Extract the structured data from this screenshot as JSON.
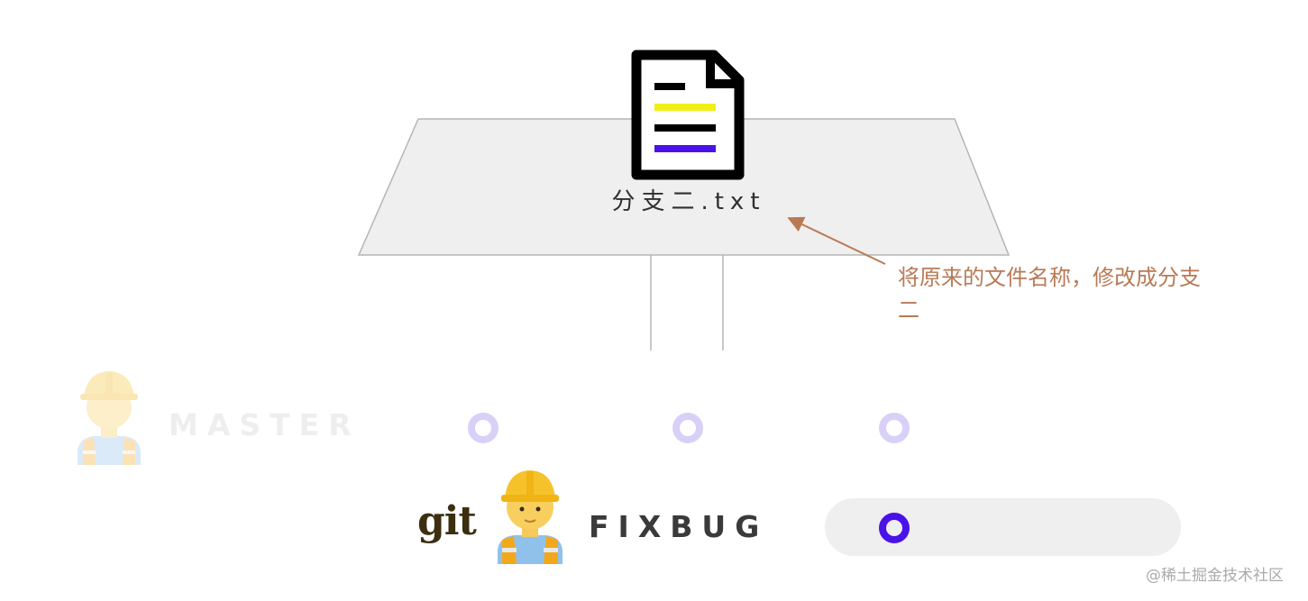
{
  "file": {
    "name": "分支二.txt",
    "icon": "text-file-icon"
  },
  "annotation": {
    "text": "将原来的文件名称，修改成分支二"
  },
  "branches": {
    "master": {
      "label": "MASTER",
      "avatar": "construction-worker-icon",
      "state": "inactive",
      "commit_count": 3
    },
    "fixbug": {
      "label": "FIXBUG",
      "avatar": "construction-worker-icon",
      "state": "active",
      "commit_count": 1
    }
  },
  "logo": {
    "text": "git"
  },
  "watermark": {
    "text": "@稀土掘金技术社区"
  },
  "colors": {
    "plane_fill": "#efefef",
    "plane_stroke": "#b5b5b5",
    "annotation": "#b87a55",
    "commit_active": "#4a12e8",
    "commit_inactive": "#d9d0f7",
    "file_line_yellow": "#f0ee16",
    "file_line_purple": "#4a12e8"
  }
}
